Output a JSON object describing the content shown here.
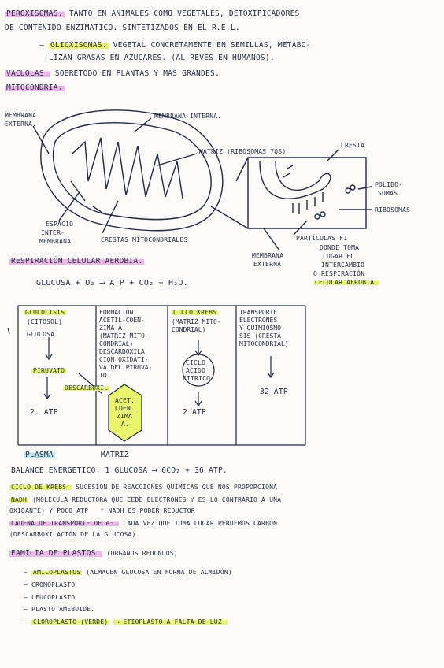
{
  "notes": {
    "peroxisomas_label": "PEROXISOMAS.",
    "peroxisomas_l1": "TANTO EN ANIMALES COMO VEGETALES, DETOXIFICADORES",
    "peroxisomas_l2": "DE CONTENIDO ENZIMATICO. SINTETIZADOS EN EL R.E.L.",
    "glioxisomas_label": "GLIOXISOMAS.",
    "glioxisomas_l1": "VEGETAL CONCRETAMENTE EN SEMILLAS, METABO-",
    "glioxisomas_l2": "LIZAN GRASAS EN AZUCARES. (AL REVES EN HUMANOS).",
    "vacuolas_label": "VACUOLAS.",
    "vacuolas_text": "SOBRETODO EN PLANTAS Y MÁS GRANDES.",
    "mitocondria": "MITOCONDRIA."
  },
  "diagram": {
    "membrana_externa_l1": "MEMBRANA",
    "membrana_externa_l2": "EXTERNA.",
    "membrana_interna": "MEMBRANA INTERNA.",
    "matriz": "MATRIZ (RIBOSOMAS 70S)",
    "espacio_l1": "ESPACIO",
    "espacio_l2": "INTER-",
    "espacio_l3": "MEMBRANA",
    "crestas": "CRESTAS MITOCONDRIALES",
    "cresta": "CRESTA",
    "polisomas_l1": "POLIBO-",
    "polisomas_l2": "SOMAS.",
    "ribosomas": "RIBOSOMAS",
    "particulas": "PARTÍCULAS F1",
    "particulas_l2": "DONDE TOMA",
    "particulas_l3": "LUGAR EL",
    "particulas_l4": "INTERCAMBIO",
    "particulas_l5": "O RESPIRACIÓN",
    "particulas_l6": "CELULAR AEROBIA.",
    "membrana2_l1": "MEMBRANA",
    "membrana2_l2": "EXTERNA."
  },
  "respiracion": {
    "title": "RESPIRACIÓN CELULAR AEROBIA.",
    "formula": "GLUCOSA + O₂ ⟶ ATP + CO₂ + H₂O."
  },
  "table": {
    "col1_title": "GLUCOLISIS",
    "col1_sub": "(CITOSOL)",
    "col1_glucosa": "GLUCOSA",
    "col1_piruvato": "PIRUVATO",
    "col1_atp": "2. ATP",
    "descarboxil": "DESCARBOXIL",
    "col2_text": "FORMACIÓN\nACETIL-COEN-\nZIMA A.\n(MATRIZ MITO-\nCONDRIAL)\nDESCARBOXILA\nCION OXIDATI-\nVA DEL PIRUVA-\nTO.",
    "acet_l1": "ACET.",
    "acet_l2": "COEN.",
    "acet_l3": "ZIMA",
    "acet_l4": "A.",
    "col3_title": "CICLO KREBS",
    "col3_sub": "(MATRIZ MITO-\nCONDRIAL)",
    "ciclo_l1": "CICLO",
    "ciclo_l2": "ACIDO",
    "ciclo_l3": "CITRICO",
    "col3_atp": "2 ATP",
    "col4_text": "TRANSPORTE\nELECTRONES\nY QUIMIOSMO-\nSIS (CRESTA\nMITOCONDRIAL)",
    "col4_atp": "32 ATP",
    "plasma": "PLASMA",
    "matriz": "MATRIZ"
  },
  "balance": {
    "label": "BALANCE ENERGETICO:",
    "text": "1 GLUCOSA ⟶ 6CO₂ + 36 ATP."
  },
  "krebs": {
    "label": "CICLO DE KREBS.",
    "l1": "SUCESIÓN DE REACCIONES QUÍMICAS QUE NOS PROPORCIONA",
    "nadh": "NADH",
    "l2": "(MOLECULA REDUCTORA QUE CEDE ELECTRONES Y ES LO CONTRARIO A UNA",
    "l3a": "OXIDANTE) Y POCO ATP",
    "l3b": "* NADH ES PODER REDUCTOR"
  },
  "cadena": {
    "label": "CADENA DE TRANSPORTE DE e⁻.",
    "l1": "CADA VEZ QUE TOMA LUGAR PERDEMOS CARBON",
    "l2": "(DESCARBOXILACIÓN DE LA GLUCOSA)."
  },
  "plastos": {
    "title": "FAMILIA DE PLASTOS.",
    "title_sub": "(ORGANOS REDONDOS)",
    "items": [
      {
        "name": "AMILOPLASTOS",
        "desc": "(ALMACEN GLUCOSA EN FORMA DE ALMIDÓN)"
      },
      {
        "name": "CROMOPLASTO",
        "desc": ""
      },
      {
        "name": "LEUCOPLASTO",
        "desc": ""
      },
      {
        "name": "PLASTO AMEBOIDE.",
        "desc": ""
      },
      {
        "name": "CLOROPLASTO (VERDE)",
        "desc": "⟶ ETIOPLASTO A FALTA DE LUZ."
      }
    ]
  },
  "colors": {
    "highlight_yellow": "#e9f56a",
    "highlight_pink": "#ecb6e6",
    "ink": "#1f2a44"
  }
}
